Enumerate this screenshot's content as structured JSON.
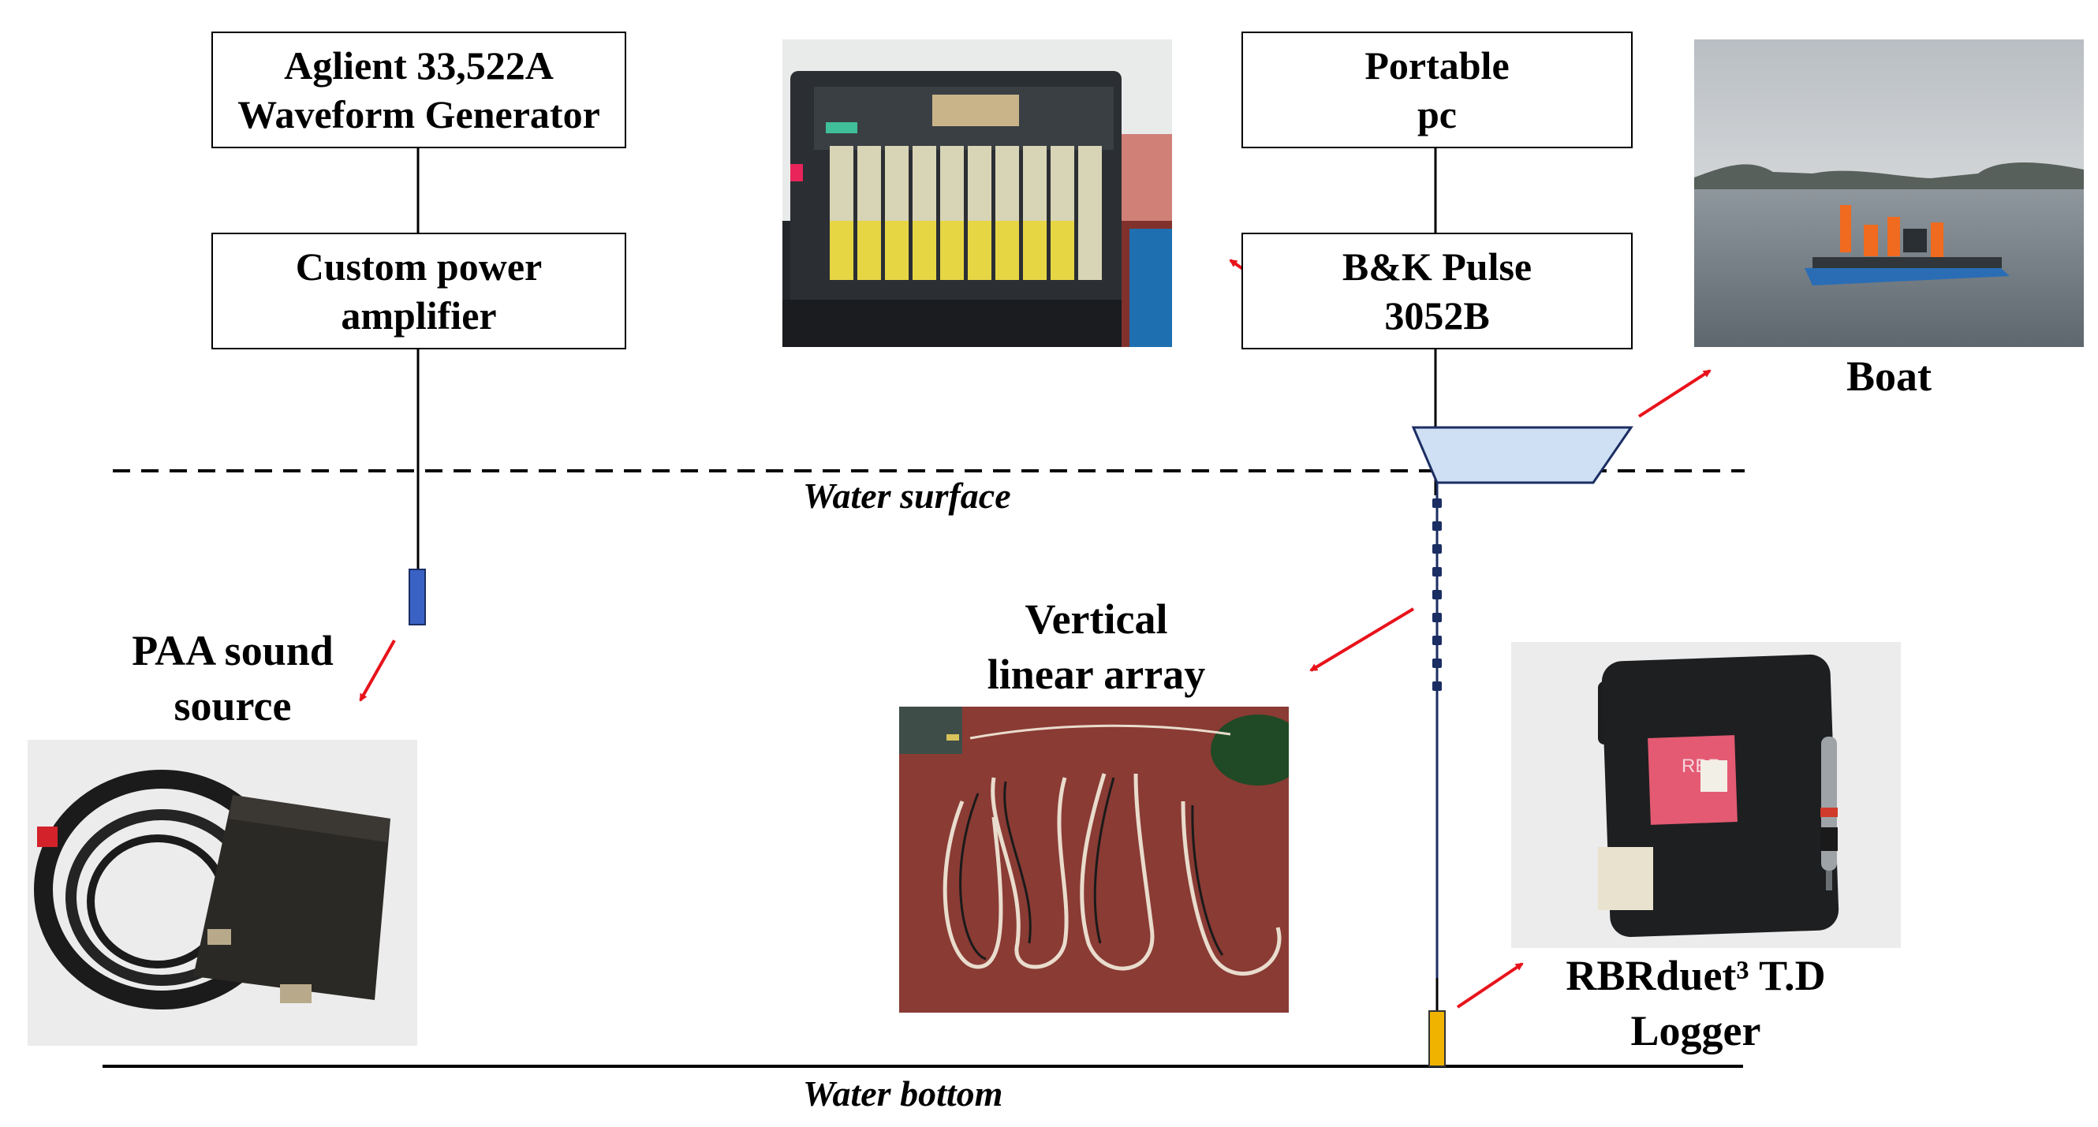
{
  "boxes": {
    "generator": [
      "Aglient 33,522A",
      "Waveform Generator"
    ],
    "amplifier": [
      "Custom power",
      "amplifier"
    ],
    "pc": [
      "Portable",
      "pc"
    ],
    "bk_pulse": [
      "B&K Pulse",
      "3052B"
    ]
  },
  "labels": {
    "water_surface": "Water surface",
    "water_bottom": "Water bottom",
    "paa_source": [
      "PAA sound",
      "source"
    ],
    "vertical_array": [
      "Vertical",
      "linear array"
    ],
    "boat": "Boat",
    "logger": [
      "RBRduet³ T.D",
      "Logger"
    ]
  },
  "photo_text": {
    "rbr_case": "RBR"
  },
  "colors": {
    "arrow": "#e8131b",
    "source": "#3a62c4",
    "hydrophone": "#1b2e63",
    "logger": "#f0b400",
    "boat_fill": "#cfe0f4",
    "boat_stroke": "#1b2e63"
  }
}
